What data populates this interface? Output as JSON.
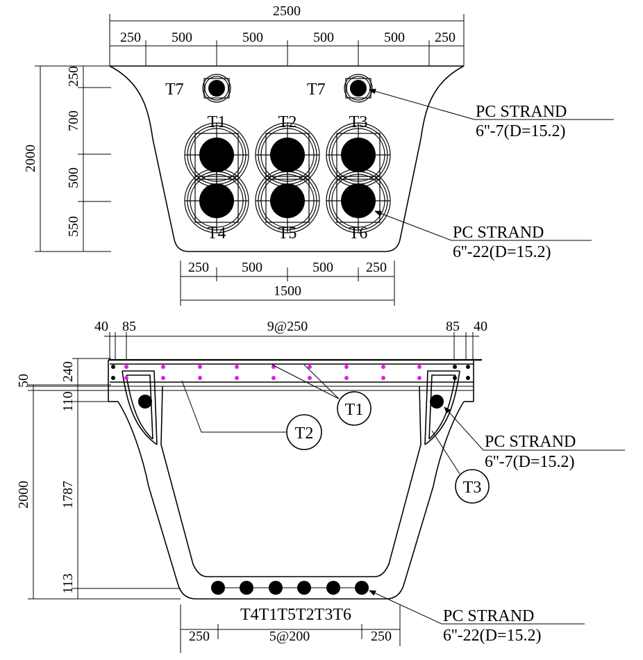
{
  "top_section": {
    "dims_top": {
      "total": "2500",
      "s1": "250",
      "s2": "500",
      "s3": "500",
      "s4": "500",
      "s5": "500",
      "s6": "250"
    },
    "dims_left": {
      "total": "2000",
      "v1": "250",
      "v2": "700",
      "v3": "500",
      "v4": "550"
    },
    "dims_bottom": {
      "total": "1500",
      "b1": "250",
      "b2": "500",
      "b3": "500",
      "b4": "250"
    },
    "tendons": {
      "t7_left": "T7",
      "t7_right": "T7",
      "t1": "T1",
      "t2": "T2",
      "t3": "T3",
      "t4": "T4",
      "t5": "T5",
      "t6": "T6"
    },
    "note_upper": {
      "title": "PC STRAND",
      "spec": "6''-7(D=15.2)"
    },
    "note_lower": {
      "title": "PC STRAND",
      "spec": "6''-22(D=15.2)"
    }
  },
  "bottom_section": {
    "dims_top": {
      "a": "40",
      "b": "85",
      "mid": "9@250",
      "c": "85",
      "d": "40"
    },
    "dims_left": {
      "h1": "240",
      "h2": "50",
      "h3": "110",
      "h4": "1787",
      "h5": "113",
      "total": "2000"
    },
    "callouts": {
      "t1": "T1",
      "t2": "T2",
      "t3": "T3"
    },
    "bottom_labels": "T4T1T5T2T3T6",
    "dims_bottom": {
      "a": "250",
      "mid": "5@200",
      "b": "250"
    },
    "note_upper": {
      "title": "PC STRAND",
      "spec": "6''-7(D=15.2)"
    },
    "note_lower": {
      "title": "PC STRAND",
      "spec": "6''-22(D=15.2)"
    }
  },
  "colors": {
    "line": "#000000",
    "rebar": "#e020e0"
  }
}
